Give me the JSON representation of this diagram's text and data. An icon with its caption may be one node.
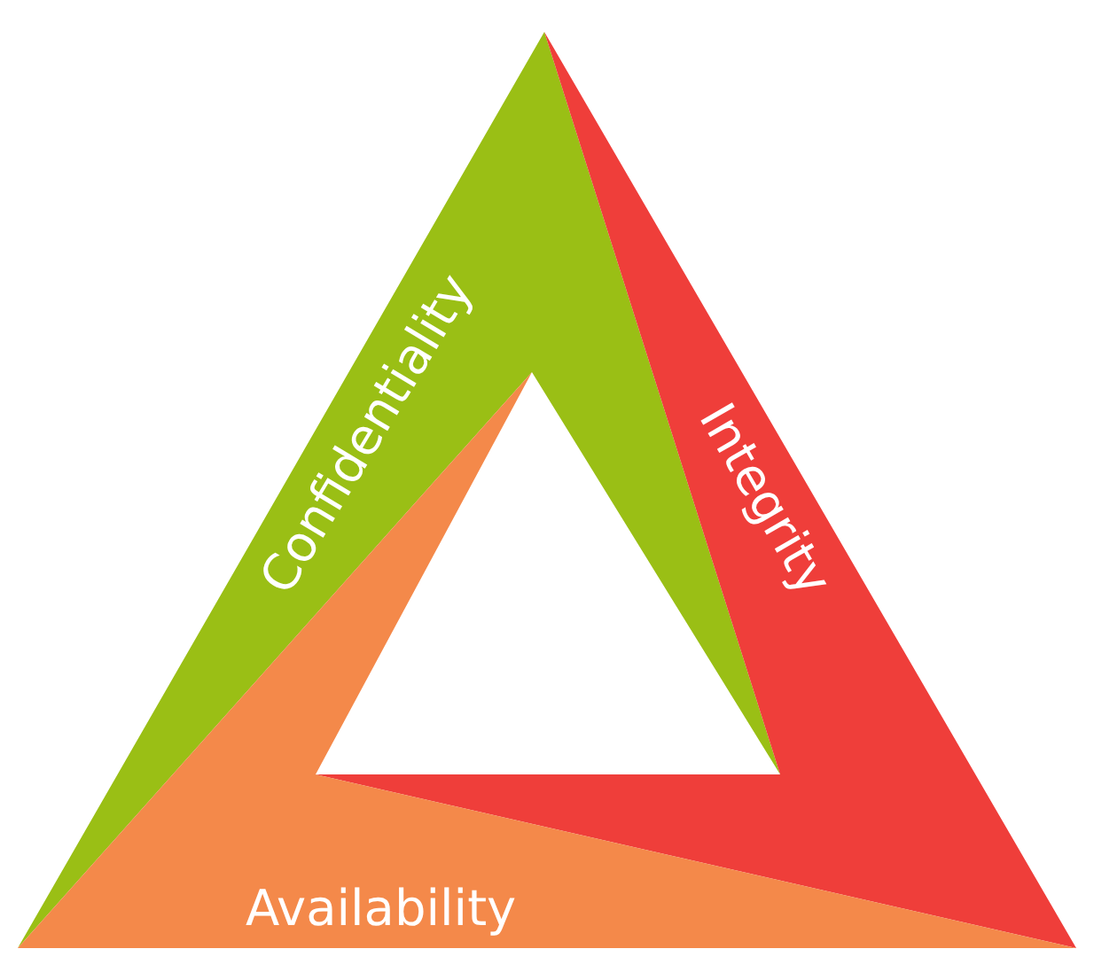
{
  "diagram": {
    "nodes": [
      {
        "text": [
          "Confidentiality"
        ]
      },
      {
        "text": [
          "Integrity"
        ]
      },
      {
        "text": [
          "Availability"
        ]
      }
    ]
  }
}
